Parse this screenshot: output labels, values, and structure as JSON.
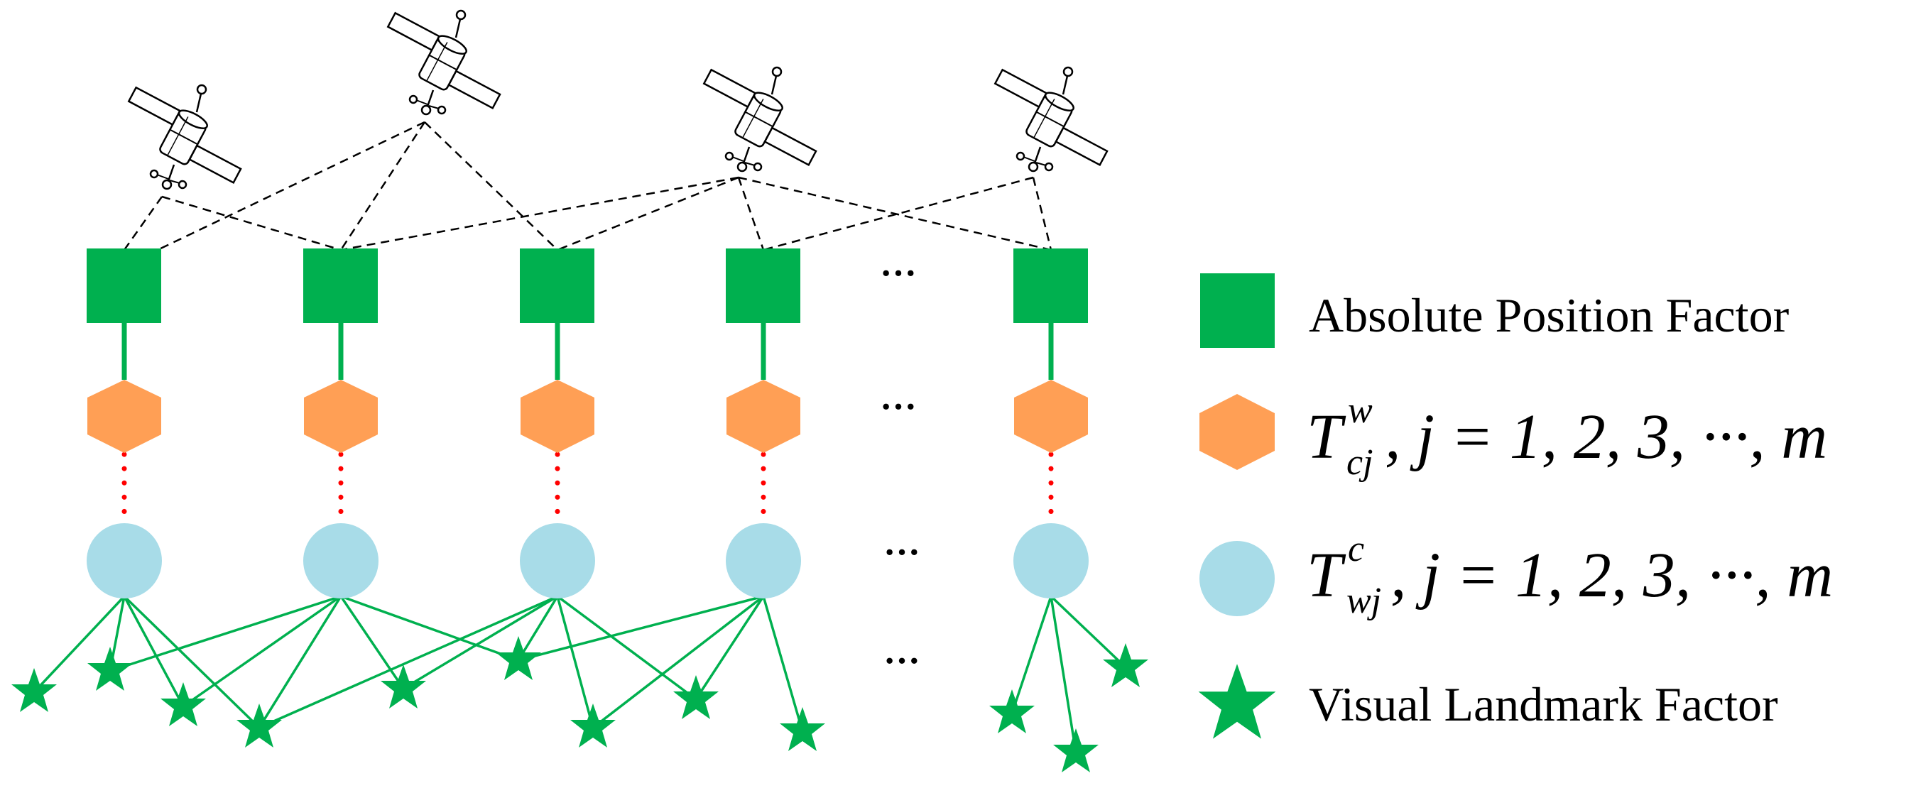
{
  "colors": {
    "factor_green": "#00B04F",
    "pose_orange": "#FF9F55",
    "node_blue": "#A8DCE8",
    "star_green": "#00B04F",
    "dotted_red": "#FF0000",
    "dashed_black": "#000000"
  },
  "columns_ellipsis": "···",
  "legend": {
    "absolute_position_factor": "Absolute Position Factor",
    "pose_cw": {
      "symbol": "T",
      "superscript": "w",
      "subscript": "cj",
      "rest": ", j = 1, 2, 3, ···, m"
    },
    "pose_wc": {
      "symbol": "T",
      "superscript": "c",
      "subscript": "wj",
      "rest": ", j = 1, 2, 3, ···, m"
    },
    "visual_landmark_factor": "Visual Landmark Factor"
  },
  "icons": [
    "satellite-icon",
    "satellite-icon",
    "satellite-icon",
    "satellite-icon"
  ]
}
